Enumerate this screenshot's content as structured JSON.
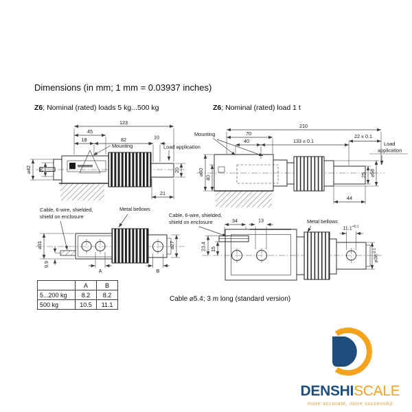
{
  "header": {
    "title": "Dimensions (in mm; 1 mm = 0.03937 inches)"
  },
  "drawing_small": {
    "model": "Z6",
    "subtitle": "; Nominal (rated) loads 5 kg...500 kg",
    "labels": {
      "mounting": "Mounting",
      "load_application": "Load application",
      "cable_line1": "Cable, 6-wire, shielded,",
      "cable_line2": "shield on enclosure",
      "metal_bellows": "Metal bellows"
    },
    "dims": {
      "overall_length": "123",
      "mount_span": "45",
      "mount_offset": "18",
      "body_length": "82",
      "load_offset": "10",
      "dia_housing": "⌀42",
      "cable_height": "20",
      "end_height": "20",
      "end_length": "21",
      "dia_body": "⌀31",
      "cable_bottom_offset": "9.9",
      "dia_end": "⌀27",
      "hole_a": "A",
      "hole_b": "B"
    }
  },
  "drawing_large": {
    "model": "Z6",
    "subtitle": "; Nominal (rated) load 1 t",
    "labels": {
      "mounting": "Mounting",
      "load_line1": "Load",
      "load_line2": "application",
      "cable_line1": "Cable, 6-wire, shielded,",
      "cable_line2": "shield on enclosure",
      "metal_bellows": "Metal bellows"
    },
    "dims": {
      "overall_length": "210",
      "mount_span": "70",
      "mount_hole_span": "40",
      "body_length": "133 ± 0.1",
      "end_length": "22 ± 0.1",
      "dia_housing": "⌀60",
      "housing_height": "40",
      "end_height": "25",
      "dia_collar": "⌀58",
      "end_block_length": "44",
      "hole_span": "34",
      "hole_dia": "13",
      "cable_top_offset": "23.4",
      "cable_center_offset": "15",
      "end_hole_width": "11.1",
      "end_hole_tol": "+0.1",
      "dia_end": "⌀38",
      "dia_end_tol": "-0.1"
    }
  },
  "table": {
    "col_a": "A",
    "col_b": "B",
    "rows": [
      {
        "range": "5...200 kg",
        "a": "8.2",
        "b": "8.2"
      },
      {
        "range": "500 kg",
        "a": "10.5",
        "b": "11.1"
      }
    ]
  },
  "note": {
    "cable_spec": "Cable ⌀5.4; 3 m long (standard version)"
  },
  "logo": {
    "word_primary": "DENSHI",
    "word_secondary": "SCALE",
    "tagline": "more accurate, more successful",
    "color_blue": "#1d4e7e",
    "color_orange": "#f5a21e"
  }
}
